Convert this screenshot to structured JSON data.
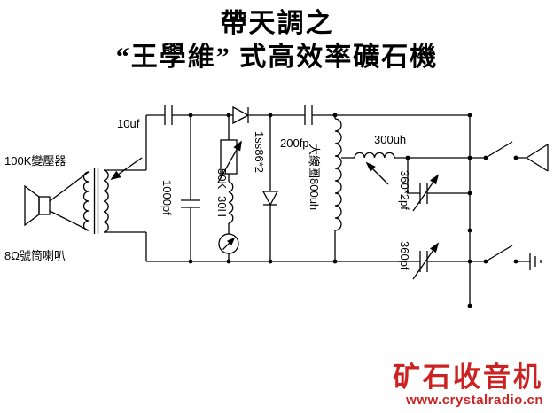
{
  "title": {
    "line1": "帶天調之",
    "line2": "“王學維” 式高效率礦石機"
  },
  "labels": {
    "cap_10uf": "10uf",
    "transformer": "100K變壓器",
    "speaker": "8Ω號筒喇叭",
    "cap_1000pf": "1000pf",
    "pot": "50K",
    "coil_30h": "30H",
    "diodes": "1ss86*2",
    "cap_200fp": "200fp",
    "big_coil": "大線圈800uh",
    "coil_300uh": "300uh",
    "varcap_dual": "360*2pf",
    "varcap_single": "360pf"
  },
  "watermark": {
    "name": "矿石收音机",
    "url": "www.crystalradio.cn",
    "color": "#cc2222"
  },
  "colors": {
    "ink": "#000000",
    "background": "#ffffff"
  }
}
